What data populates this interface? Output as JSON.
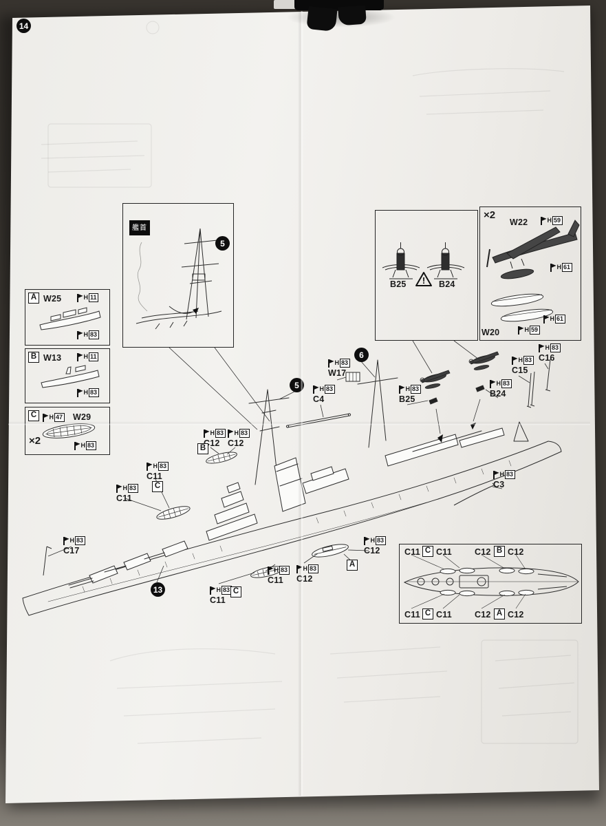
{
  "page": {
    "step_badge": "14"
  },
  "icons": {
    "flag_letter": "H",
    "warning_mark": "!"
  },
  "legend": {
    "box_a": {
      "letter": "A",
      "part": "W25",
      "flag_top": "11",
      "flag_bottom": "83"
    },
    "box_b": {
      "letter": "B",
      "part": "W13",
      "flag_top": "11",
      "flag_bottom": "83"
    },
    "box_c": {
      "letter": "C",
      "part": "W29",
      "flag_left": "47",
      "flag_bottom": "83",
      "multiplier": "×2"
    }
  },
  "bow_box": {
    "flag_label": "艦首",
    "circle": "5"
  },
  "front_box": {
    "left_part": "B25",
    "right_part": "B24"
  },
  "plane_box": {
    "multiplier": "×2",
    "part_top": "W22",
    "flag_top": "59",
    "flag_right": "61",
    "part_bottom": "W20",
    "flag_bottom": "59",
    "flag_float": "61"
  },
  "ship": {
    "circle5": "5",
    "circle6": "6",
    "circle13": "13",
    "w17": {
      "label": "W17",
      "flag": "83"
    },
    "c4": {
      "label": "C4",
      "flag": "83"
    },
    "b25": {
      "label": "B25",
      "flag": "83"
    },
    "b24": {
      "label": "B24",
      "flag": "83"
    },
    "c15": {
      "label": "C15",
      "flag": "83"
    },
    "c16": {
      "label": "C16",
      "flag": "83"
    },
    "c3": {
      "label": "C3",
      "flag": "83"
    },
    "c12_1": {
      "label": "C12",
      "flag": "83"
    },
    "c12_2": {
      "label": "C12",
      "flag": "83"
    },
    "c12_3": {
      "label": "C12",
      "flag": "83"
    },
    "c12_4": {
      "label": "C12",
      "flag": "83"
    },
    "c11_1": {
      "label": "C11",
      "flag": "83"
    },
    "c11_2": {
      "label": "C11",
      "flag": "83"
    },
    "c11_3": {
      "label": "C11",
      "flag": "83"
    },
    "c11_4": {
      "label": "C11",
      "flag": "83"
    },
    "c17": {
      "label": "C17",
      "flag": "83"
    },
    "pos_a": "A",
    "pos_b": "B",
    "pos_c1": "C",
    "pos_c2": "C"
  },
  "plan": {
    "top_l1": "C11",
    "top_lbox": "C",
    "top_l2": "C11",
    "top_r1": "C12",
    "top_rbox": "B",
    "top_r2": "C12",
    "bot_l1": "C11",
    "bot_lbox": "C",
    "bot_l2": "C11",
    "bot_r1": "C12",
    "bot_rbox": "A",
    "bot_r2": "C12"
  }
}
